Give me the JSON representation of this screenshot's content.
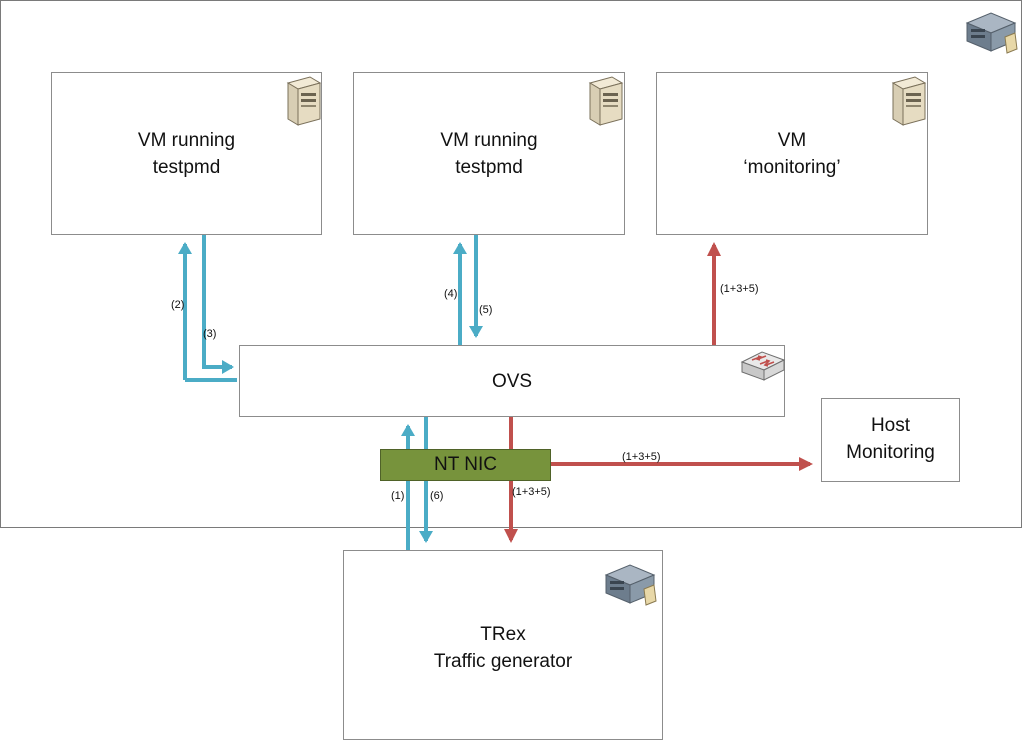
{
  "nodes": {
    "vm1": {
      "line1": "VM running",
      "line2": "testpmd"
    },
    "vm2": {
      "line1": "VM running",
      "line2": "testpmd"
    },
    "vm3": {
      "line1": "VM",
      "line2": "‘monitoring’"
    },
    "ovs": {
      "label": "OVS"
    },
    "nic": {
      "label": "NT NIC"
    },
    "host_monitoring": {
      "line1": "Host",
      "line2": "Monitoring"
    },
    "trex": {
      "line1": "TRex",
      "line2": "Traffic generator"
    }
  },
  "flows": {
    "f1": "(1)",
    "f2": "(2)",
    "f3": "(3)",
    "f4": "(4)",
    "f5": "(5)",
    "f6": "(6)",
    "mon_vm": "(1+3+5)",
    "mon_host": "(1+3+5)",
    "mon_trex": "(1+3+5)"
  },
  "icons": {
    "host_server": "rack-server-icon",
    "vm_tower": "tower-server-icon",
    "switch": "switch-icon",
    "trex_server": "rack-server-icon"
  },
  "colors": {
    "blue_flow": "#4bacc6",
    "red_flow": "#c0504d",
    "nic_fill": "#77933c",
    "box_border": "#8c8c8c"
  }
}
